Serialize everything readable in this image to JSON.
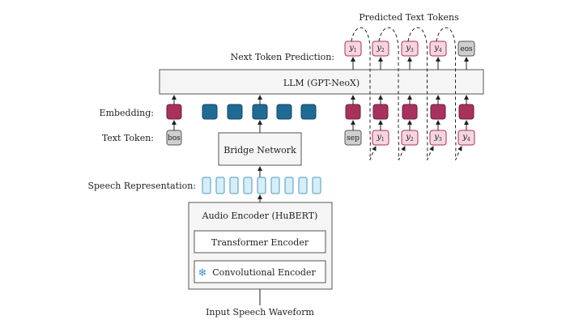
{
  "title_top": "Predicted Text Tokens",
  "next_token_prediction": "Next Token Prediction:",
  "llm_label": "LLM (GPT-NeoX)",
  "embedding_label": "Embedding:",
  "text_token_label": "Text Token:",
  "bridge_network": "Bridge Network",
  "speech_representation": "Speech Representation:",
  "audio_encoder": "Audio Encoder (HuBERT)",
  "transformer_encoder": "Transformer Encoder",
  "convolutional_encoder": "Convolutional Encoder",
  "input_waveform": "Input Speech Waveform",
  "tokens": {
    "bos": "bos",
    "sep": "sep",
    "eos": "eos",
    "y": "y",
    "subs": [
      "1",
      "2",
      "3",
      "4"
    ]
  },
  "colors": {
    "magenta": "#a8315e",
    "blue": "#1f6b96",
    "pink_fill": "#f6d5e0",
    "pink_stroke": "#a8315e",
    "gray_fill": "#cfcfcf",
    "speech_fill": "#d7eef8",
    "speech_stroke": "#4a9ac4",
    "snowflake": "#3a8fd0"
  },
  "icons": {
    "frozen": "snowflake-icon"
  }
}
